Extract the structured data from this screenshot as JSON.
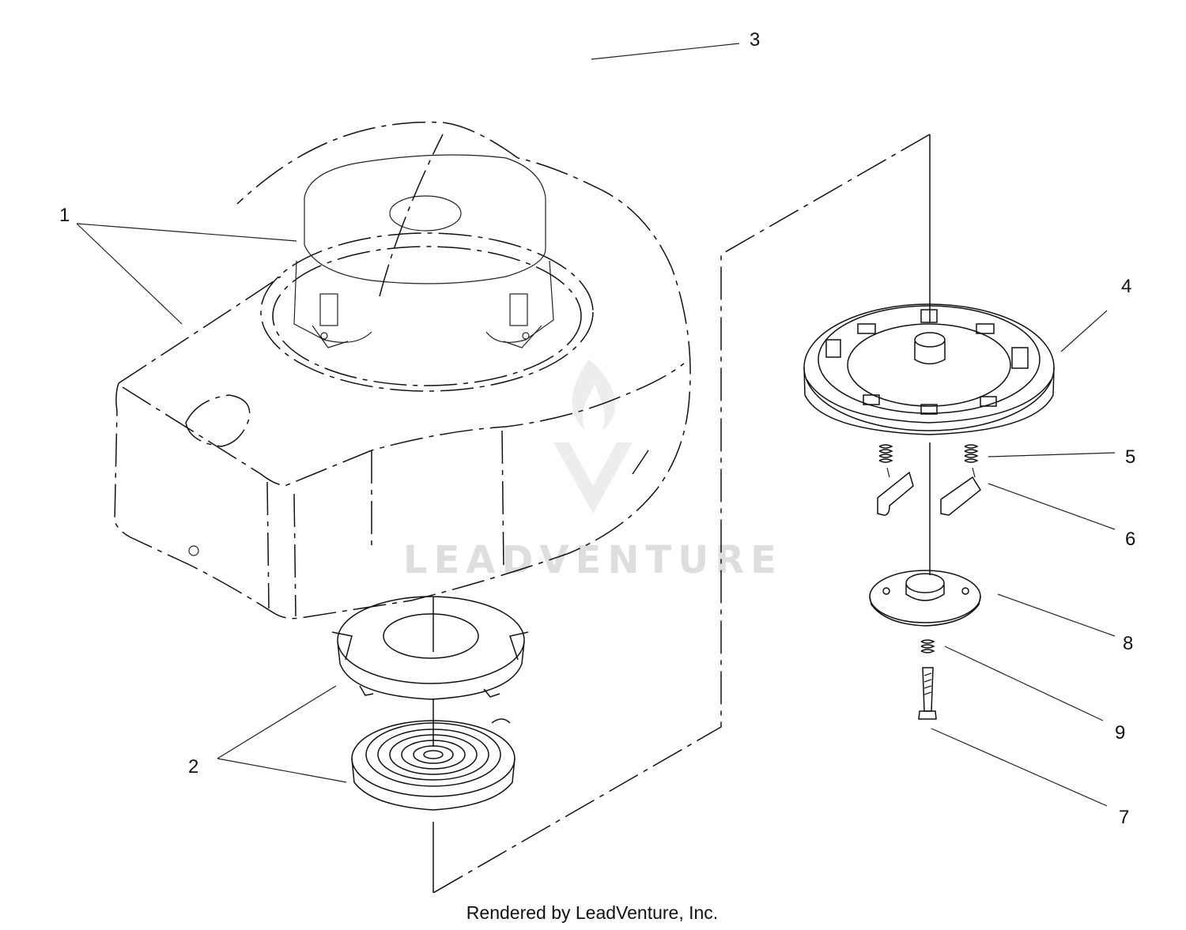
{
  "callouts": [
    "1",
    "2",
    "3",
    "4",
    "5",
    "6",
    "7",
    "8",
    "9"
  ],
  "watermark": "LEADVENTURE",
  "credit": "Rendered by LeadVenture, Inc."
}
